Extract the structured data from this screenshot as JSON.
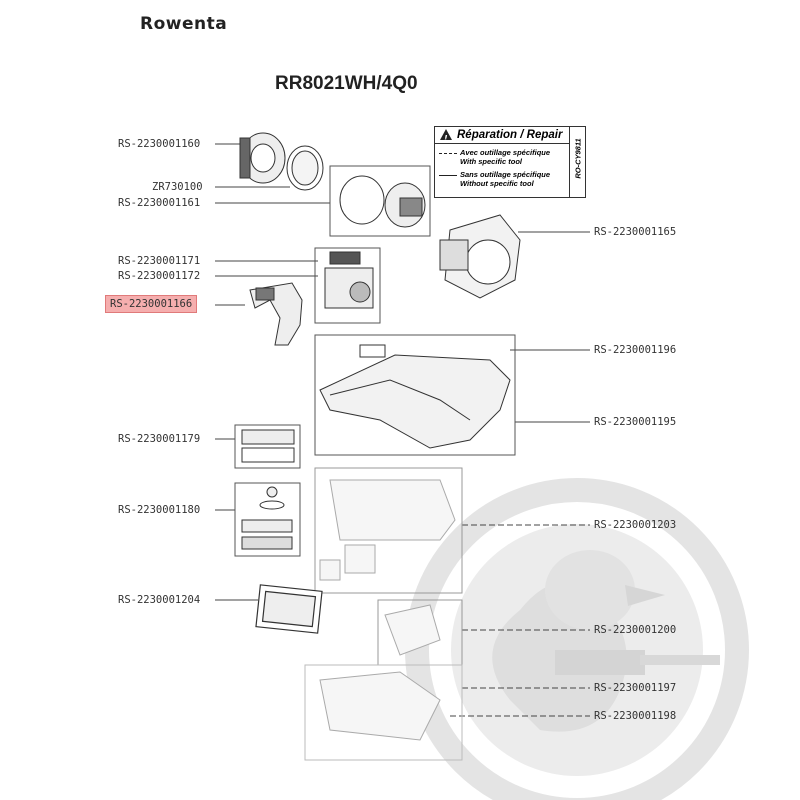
{
  "brand": "Rowenta",
  "model": "RR8021WH/4Q0",
  "repair_box": {
    "title": "Réparation / Repair",
    "line1a": "Avec outillage spécifique",
    "line1b": "With specific tool",
    "line2a": "Sans outillage spécifique",
    "line2b": "Without specific tool",
    "code": "RO-CY9811"
  },
  "refs_left": {
    "r1160": "RS-2230001160",
    "zr": "ZR730100",
    "r1161": "RS-2230001161",
    "r1171": "RS-2230001171",
    "r1172": "RS-2230001172",
    "r1166": "RS-2230001166",
    "r1179": "RS-2230001179",
    "r1180": "RS-2230001180",
    "r1204": "RS-2230001204"
  },
  "refs_right": {
    "r1165": "RS-2230001165",
    "r1196": "RS-2230001196",
    "r1195": "RS-2230001195",
    "r1203": "RS-2230001203",
    "r1200": "RS-2230001200",
    "r1197": "RS-2230001197",
    "r1198": "RS-2230001198"
  },
  "highlight_color": "#f5aeae",
  "watermark": "duck-logo"
}
